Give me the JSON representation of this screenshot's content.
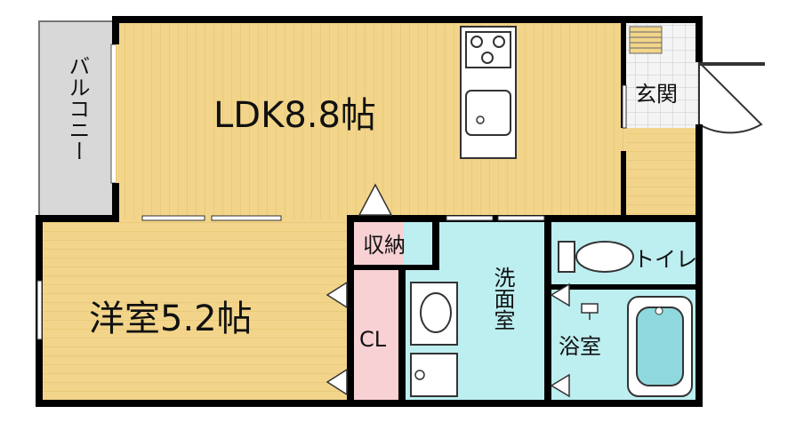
{
  "rooms": {
    "ldk": "LDK8.8帖",
    "western": "洋室5.2帖",
    "balcony": "バルコニー",
    "entrance": "玄関",
    "storage": "収納",
    "closet": "CL",
    "washroom": "洗面室",
    "toilet": "トイレ",
    "bathroom": "浴室"
  },
  "colors": {
    "wood": "#f2d58a",
    "wood_line": "#e1bd62",
    "balcony": "#d8d8d8",
    "water": "#bdeef0",
    "closet": "#f8d1d4",
    "wall": "#000000",
    "tile": "#f4f4f4"
  }
}
